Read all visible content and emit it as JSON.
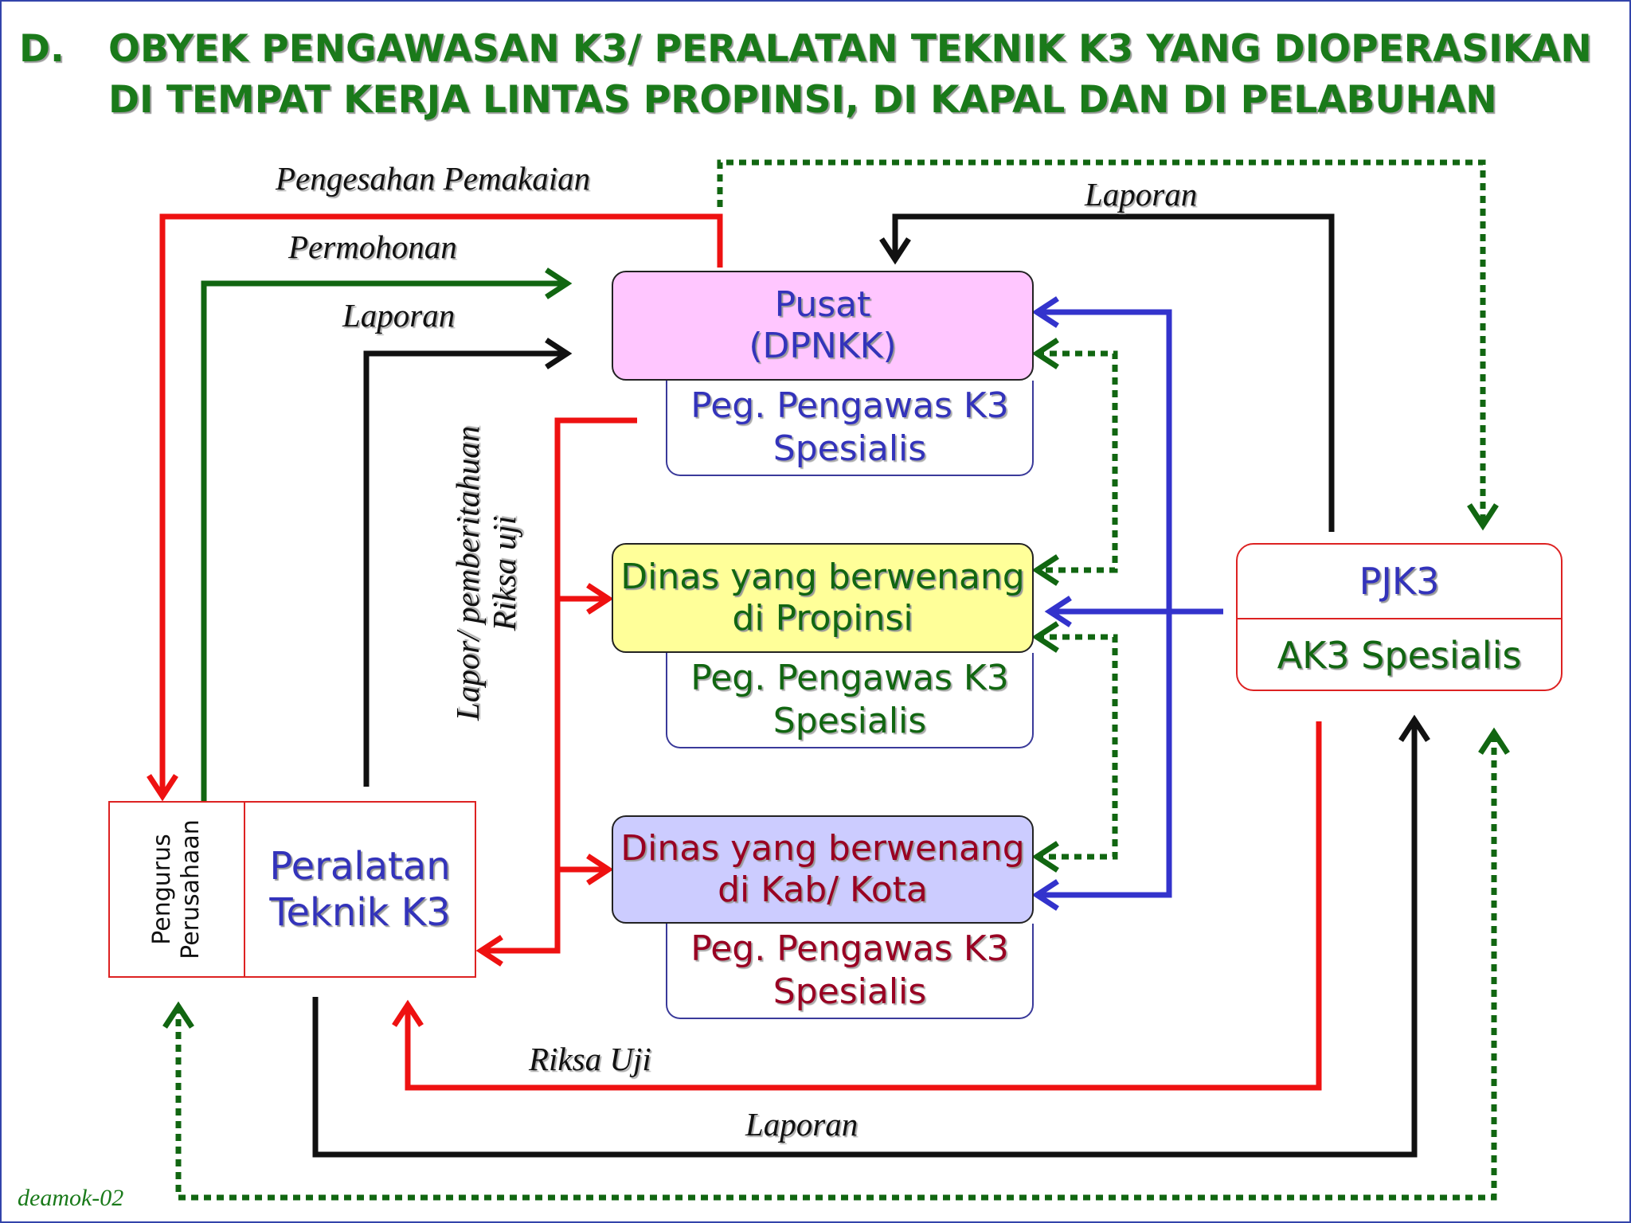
{
  "title": {
    "number": "D.",
    "line1": "OBYEK PENGAWASAN K3/ PERALATAN TEKNIK K3 YANG DIOPERASIKAN",
    "line2": "DI TEMPAT KERJA LINTAS PROPINSI, DI KAPAL DAN DI PELABUHAN"
  },
  "nodes": {
    "pusat": {
      "line1": "Pusat",
      "line2": "(DPNKK)",
      "sub1": "Peg. Pengawas K3",
      "sub2": "Spesialis"
    },
    "propinsi": {
      "line1": "Dinas yang berwenang",
      "line2": "di Propinsi",
      "sub1": "Peg. Pengawas K3",
      "sub2": "Spesialis"
    },
    "kabkota": {
      "line1": "Dinas yang berwenang",
      "line2": "di Kab/ Kota",
      "sub1": "Peg. Pengawas K3",
      "sub2": "Spesialis"
    },
    "pjk3": {
      "line1": "PJK3",
      "line2": "AK3 Spesialis"
    },
    "peralatan": {
      "side1": "Pengurus",
      "side2": "Perusahaan",
      "line1": "Peralatan",
      "line2": "Teknik K3"
    }
  },
  "edges": {
    "pengesahan": "Pengesahan Pemakaian",
    "permohonan": "Permohonan",
    "laporan_left": "Laporan",
    "laporan_top": "Laporan",
    "lapor_line1": "Lapor/ pemberitahuan",
    "lapor_line2": "Riksa uji",
    "riksa_uji": "Riksa Uji",
    "laporan_bottom": "Laporan"
  },
  "footer": "deamok-02",
  "colors": {
    "title": "#1a7a1a",
    "red": "#ee1111",
    "green": "#116611",
    "blue": "#3333cc",
    "black": "#111111"
  }
}
